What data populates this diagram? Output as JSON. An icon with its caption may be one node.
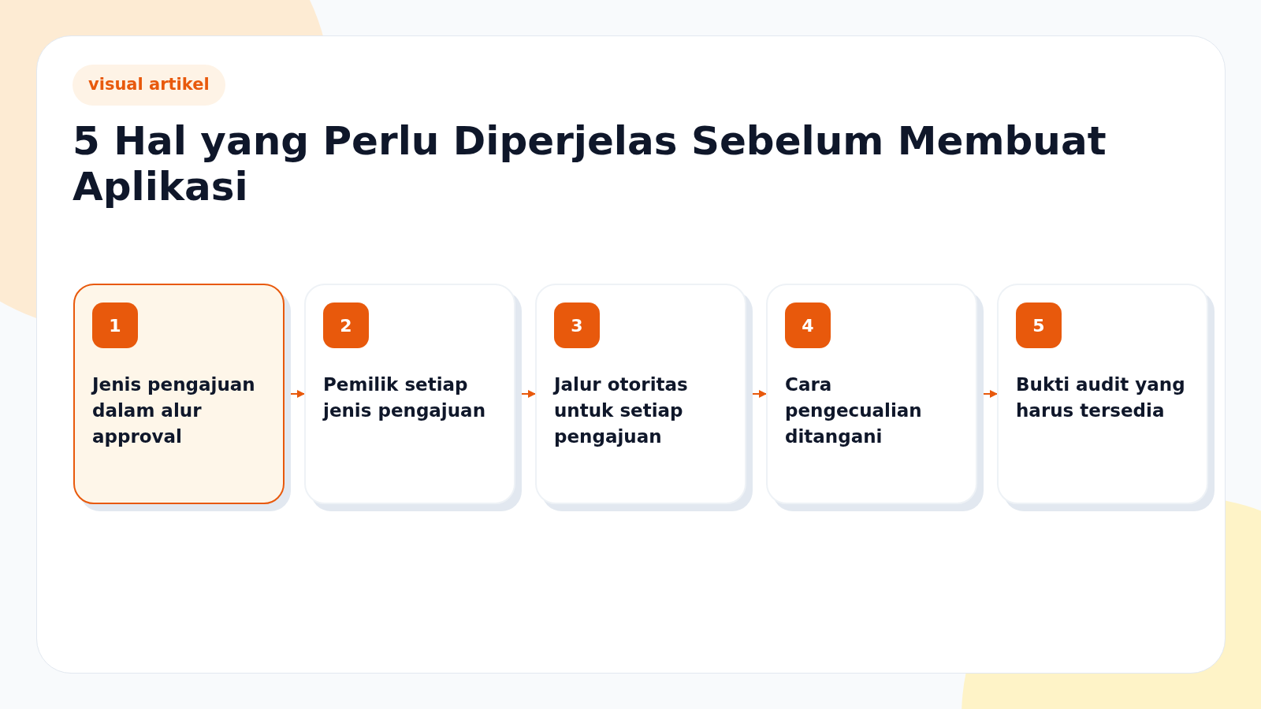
{
  "diagram": {
    "title": "5 Hal yang Perlu Diperjelas Sebelum Membuat Aplikasi",
    "nodes": [
      {
        "text": [
          "1",
          "Jenis pengajuan dalam alur approval"
        ]
      },
      {
        "text": [
          "2",
          "Pemilik setiap jenis pengajuan"
        ]
      },
      {
        "text": [
          "3",
          "Jalur otoritas untuk setiap pengajuan"
        ]
      },
      {
        "text": [
          "4",
          "Cara pengecualian ditangani"
        ]
      },
      {
        "text": [
          "5",
          "Bukti audit yang harus tersedia"
        ]
      }
    ],
    "edges": [
      {
        "from": 0,
        "to": 1,
        "arrow": "to"
      },
      {
        "from": 1,
        "to": 2,
        "arrow": "to"
      },
      {
        "from": 2,
        "to": 3,
        "arrow": "to"
      },
      {
        "from": 3,
        "to": 4,
        "arrow": "to"
      }
    ],
    "labels": [
      "visual artikel"
    ]
  }
}
